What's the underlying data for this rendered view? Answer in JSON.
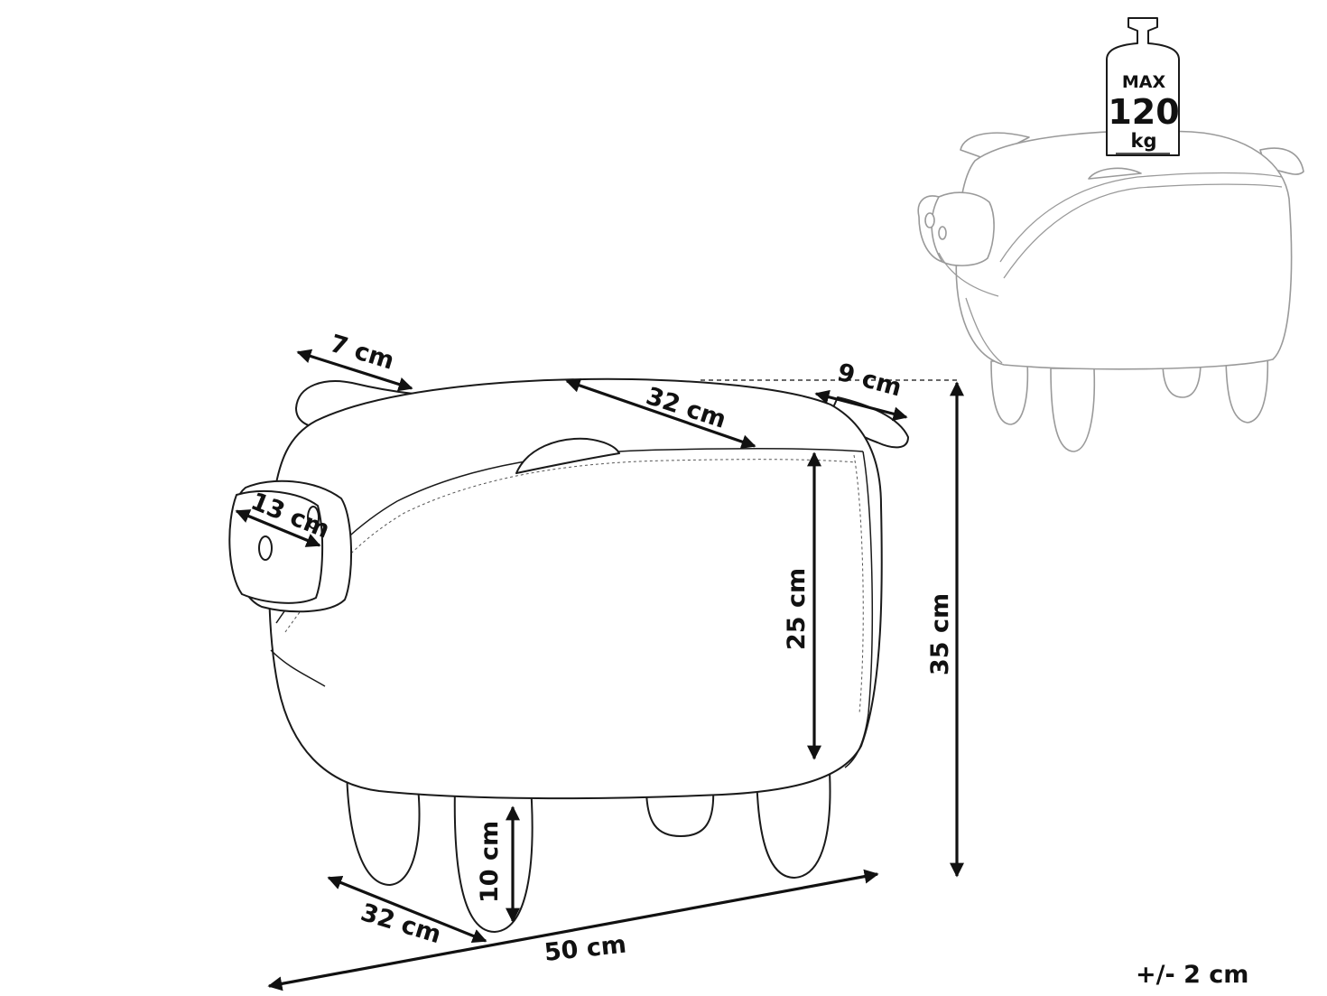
{
  "weight": {
    "max_label": "MAX",
    "value": "120",
    "unit": "kg"
  },
  "dimensions": {
    "ear": "7 cm",
    "seat_width": "32 cm",
    "tail": "9 cm",
    "snout": "13 cm",
    "body_height": "25 cm",
    "total_height": "35 cm",
    "leg_height": "10 cm",
    "depth": "32 cm",
    "length": "50 cm"
  },
  "tolerance": "+/- 2 cm"
}
